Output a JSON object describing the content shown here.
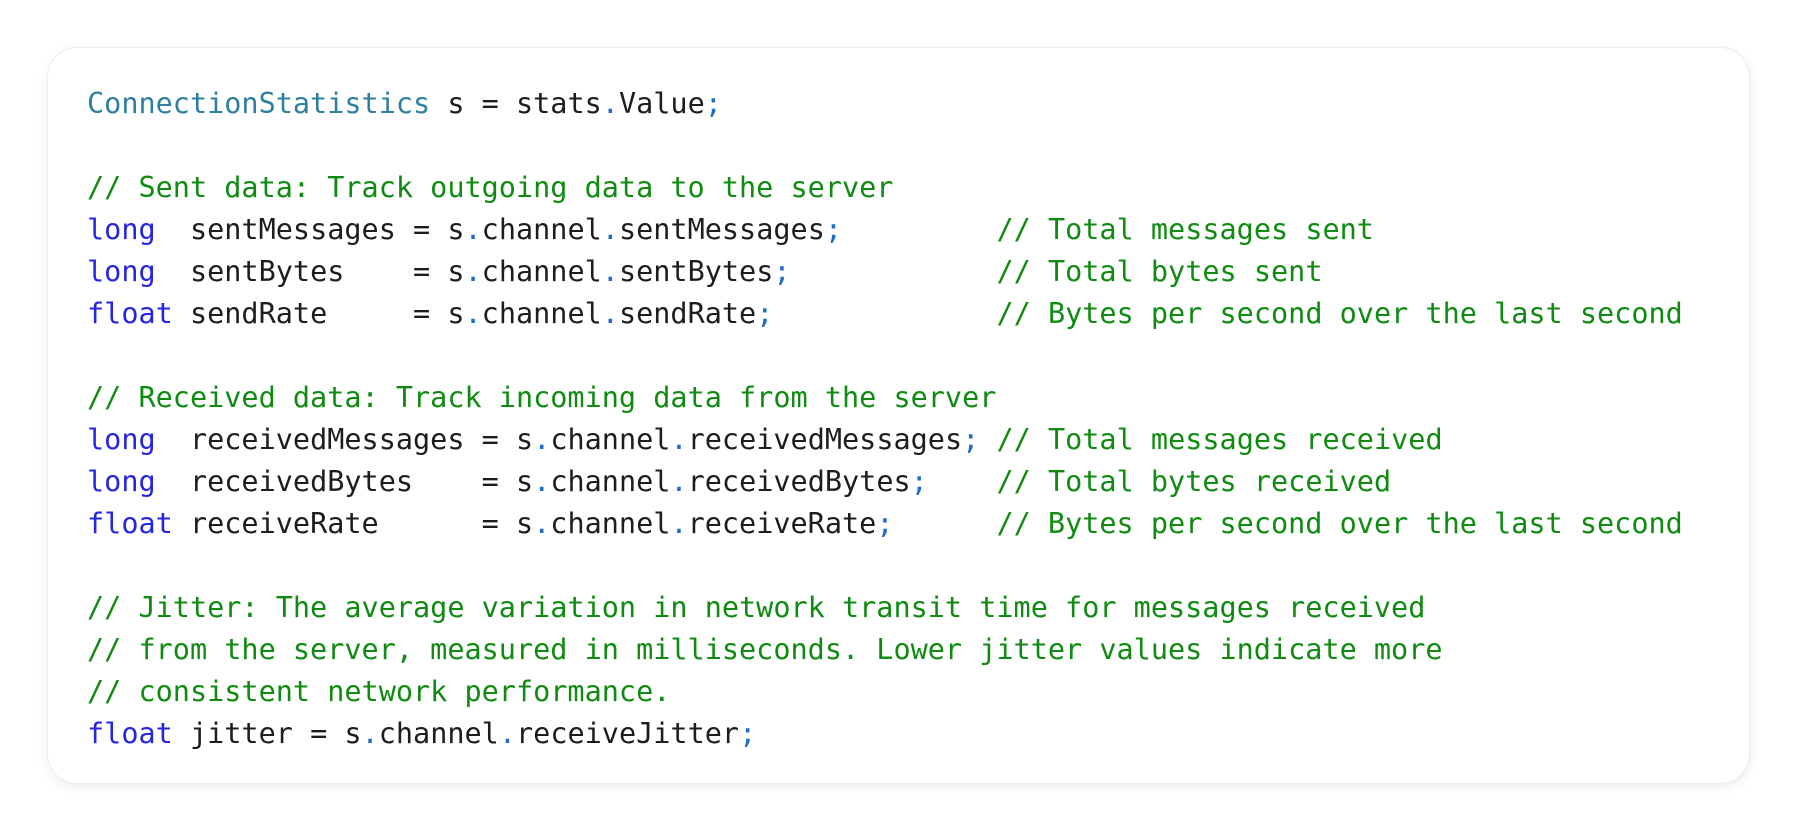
{
  "page": {
    "background_color": "#ffffff"
  },
  "card": {
    "background_color": "#ffffff",
    "border_color": "#ededed"
  },
  "syntax_colors": {
    "plain": "#1d1d1d",
    "keyword": "#2525e2",
    "type": "#2e7fa0",
    "punctuation": "#1e6cc8",
    "comment": "#0f8b11"
  },
  "code": {
    "language": "C#",
    "lines": [
      [
        [
          "type",
          "ConnectionStatistics"
        ],
        [
          "plain",
          " s = stats"
        ],
        [
          "punct",
          "."
        ],
        [
          "plain",
          "Value"
        ],
        [
          "punct",
          ";"
        ]
      ],
      [],
      [
        [
          "comment",
          "// Sent data: Track outgoing data to the server"
        ]
      ],
      [
        [
          "keyword",
          "long"
        ],
        [
          "plain",
          "  sentMessages = s"
        ],
        [
          "punct",
          "."
        ],
        [
          "plain",
          "channel"
        ],
        [
          "punct",
          "."
        ],
        [
          "plain",
          "sentMessages"
        ],
        [
          "punct",
          ";"
        ],
        [
          "plain",
          "         "
        ],
        [
          "comment",
          "// Total messages sent"
        ]
      ],
      [
        [
          "keyword",
          "long"
        ],
        [
          "plain",
          "  sentBytes    = s"
        ],
        [
          "punct",
          "."
        ],
        [
          "plain",
          "channel"
        ],
        [
          "punct",
          "."
        ],
        [
          "plain",
          "sentBytes"
        ],
        [
          "punct",
          ";"
        ],
        [
          "plain",
          "            "
        ],
        [
          "comment",
          "// Total bytes sent"
        ]
      ],
      [
        [
          "keyword",
          "float"
        ],
        [
          "plain",
          " sendRate     = s"
        ],
        [
          "punct",
          "."
        ],
        [
          "plain",
          "channel"
        ],
        [
          "punct",
          "."
        ],
        [
          "plain",
          "sendRate"
        ],
        [
          "punct",
          ";"
        ],
        [
          "plain",
          "             "
        ],
        [
          "comment",
          "// Bytes per second over the last second"
        ]
      ],
      [],
      [
        [
          "comment",
          "// Received data: Track incoming data from the server"
        ]
      ],
      [
        [
          "keyword",
          "long"
        ],
        [
          "plain",
          "  receivedMessages = s"
        ],
        [
          "punct",
          "."
        ],
        [
          "plain",
          "channel"
        ],
        [
          "punct",
          "."
        ],
        [
          "plain",
          "receivedMessages"
        ],
        [
          "punct",
          ";"
        ],
        [
          "plain",
          " "
        ],
        [
          "comment",
          "// Total messages received"
        ]
      ],
      [
        [
          "keyword",
          "long"
        ],
        [
          "plain",
          "  receivedBytes    = s"
        ],
        [
          "punct",
          "."
        ],
        [
          "plain",
          "channel"
        ],
        [
          "punct",
          "."
        ],
        [
          "plain",
          "receivedBytes"
        ],
        [
          "punct",
          ";"
        ],
        [
          "plain",
          "    "
        ],
        [
          "comment",
          "// Total bytes received"
        ]
      ],
      [
        [
          "keyword",
          "float"
        ],
        [
          "plain",
          " receiveRate      = s"
        ],
        [
          "punct",
          "."
        ],
        [
          "plain",
          "channel"
        ],
        [
          "punct",
          "."
        ],
        [
          "plain",
          "receiveRate"
        ],
        [
          "punct",
          ";"
        ],
        [
          "plain",
          "      "
        ],
        [
          "comment",
          "// Bytes per second over the last second"
        ]
      ],
      [],
      [
        [
          "comment",
          "// Jitter: The average variation in network transit time for messages received"
        ]
      ],
      [
        [
          "comment",
          "// from the server, measured in milliseconds. Lower jitter values indicate more"
        ]
      ],
      [
        [
          "comment",
          "// consistent network performance."
        ]
      ],
      [
        [
          "keyword",
          "float"
        ],
        [
          "plain",
          " jitter = s"
        ],
        [
          "punct",
          "."
        ],
        [
          "plain",
          "channel"
        ],
        [
          "punct",
          "."
        ],
        [
          "plain",
          "receiveJitter"
        ],
        [
          "punct",
          ";"
        ]
      ]
    ]
  }
}
